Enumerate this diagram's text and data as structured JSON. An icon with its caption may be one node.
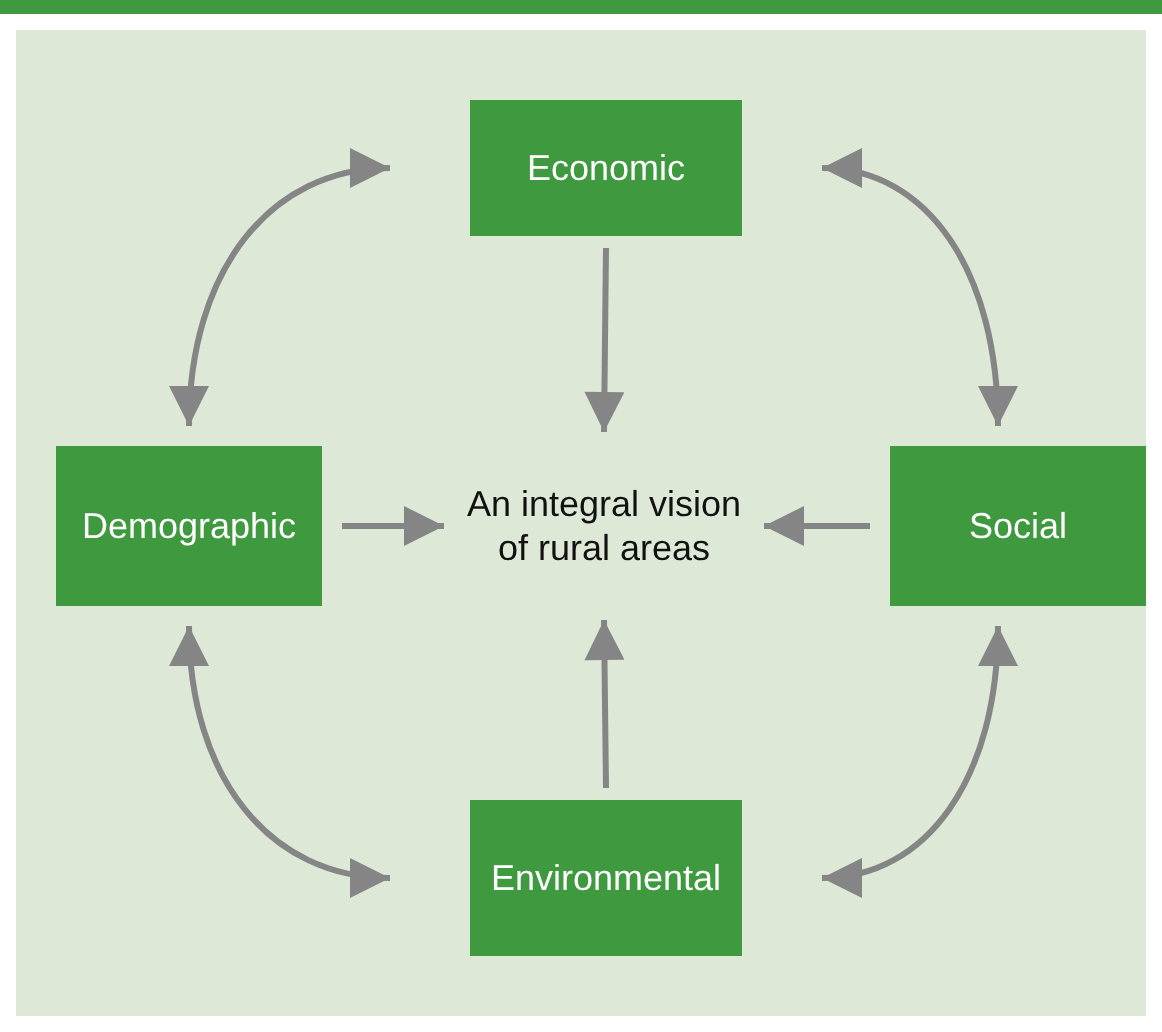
{
  "diagram": {
    "nodes": [
      {
        "text": [
          "Economic"
        ]
      },
      {
        "text": [
          "Demographic"
        ]
      },
      {
        "text": [
          "An integral vision of rural areas"
        ]
      },
      {
        "text": [
          "Social"
        ]
      },
      {
        "text": [
          "Environmental"
        ]
      }
    ],
    "edges": [
      {
        "from": 0,
        "to": 2,
        "arrow": "to"
      },
      {
        "from": 1,
        "to": 2,
        "arrow": "to"
      },
      {
        "from": 3,
        "to": 2,
        "arrow": "to"
      },
      {
        "from": 4,
        "to": 2,
        "arrow": "to"
      },
      {
        "from": 0,
        "to": 1,
        "arrow": "both"
      },
      {
        "from": 0,
        "to": 3,
        "arrow": "both"
      },
      {
        "from": 1,
        "to": 4,
        "arrow": "both"
      },
      {
        "from": 3,
        "to": 4,
        "arrow": "both"
      }
    ]
  }
}
